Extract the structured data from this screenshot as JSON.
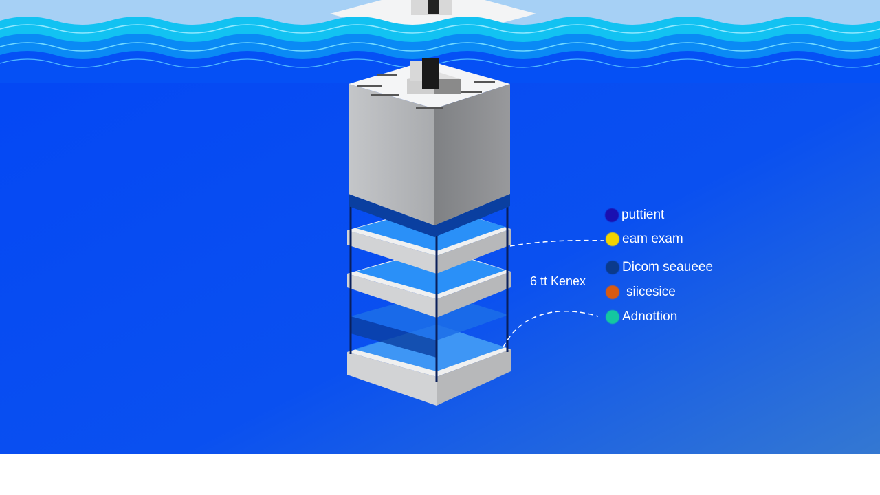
{
  "legend": [
    {
      "label": "puttient",
      "color": "#1a10b0"
    },
    {
      "label": "eam exam",
      "color": "#f2d400"
    },
    {
      "label": "Dicom seaueee",
      "color": "#0a3a8c"
    },
    {
      "label": "siicesice",
      "color": "#d85a10"
    },
    {
      "label": "Adnottion",
      "color": "#14c8a0"
    }
  ],
  "side_label": "6 tt Kenex",
  "colors": {
    "water_top": "#0a4cff",
    "water_bottom": "#2f78d8",
    "sky": "#a6d0f5"
  }
}
